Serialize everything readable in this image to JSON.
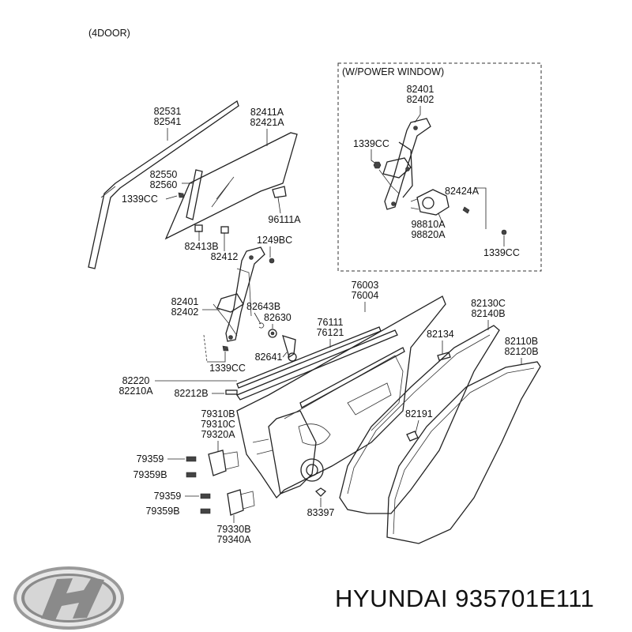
{
  "header": {
    "variant": "(4DOOR)"
  },
  "inset": {
    "title": "(W/POWER WINDOW)"
  },
  "labels": {
    "l82531": "82531",
    "l82541": "82541",
    "l82411A": "82411A",
    "l82421A": "82421A",
    "l82550": "82550",
    "l82560": "82560",
    "l1339CC_a": "1339CC",
    "l96111A": "96111A",
    "l1249BC": "1249BC",
    "l82413B": "82413B",
    "l82412": "82412",
    "l82401_in": "82401",
    "l82402_in": "82402",
    "l1339CC_in1": "1339CC",
    "l82424A": "82424A",
    "l98810A": "98810A",
    "l98820A": "98820A",
    "l1339CC_in2": "1339CC",
    "l82401": "82401",
    "l82402": "82402",
    "l82643B": "82643B",
    "l82630": "82630",
    "l82641": "82641",
    "l1339CC_b": "1339CC",
    "l76003": "76003",
    "l76004": "76004",
    "l76111": "76111",
    "l76121": "76121",
    "l82130C": "82130C",
    "l82140B": "82140B",
    "l82134": "82134",
    "l82110B": "82110B",
    "l82120B": "82120B",
    "l82220": "82220",
    "l82210A": "82210A",
    "l82212B": "82212B",
    "l82191": "82191",
    "l79310B": "79310B",
    "l79310C": "79310C",
    "l79320A": "79320A",
    "l79359_a": "79359",
    "l79359B_a": "79359B",
    "l79359_b": "79359",
    "l79359B_b": "79359B",
    "l79330B": "79330B",
    "l79340A": "79340A",
    "l83397": "83397"
  },
  "footer": {
    "part_number": "HYUNDAI 935701E111"
  },
  "logo": {
    "icon": "hyundai-logo-icon",
    "color": "#8a8a8a"
  }
}
